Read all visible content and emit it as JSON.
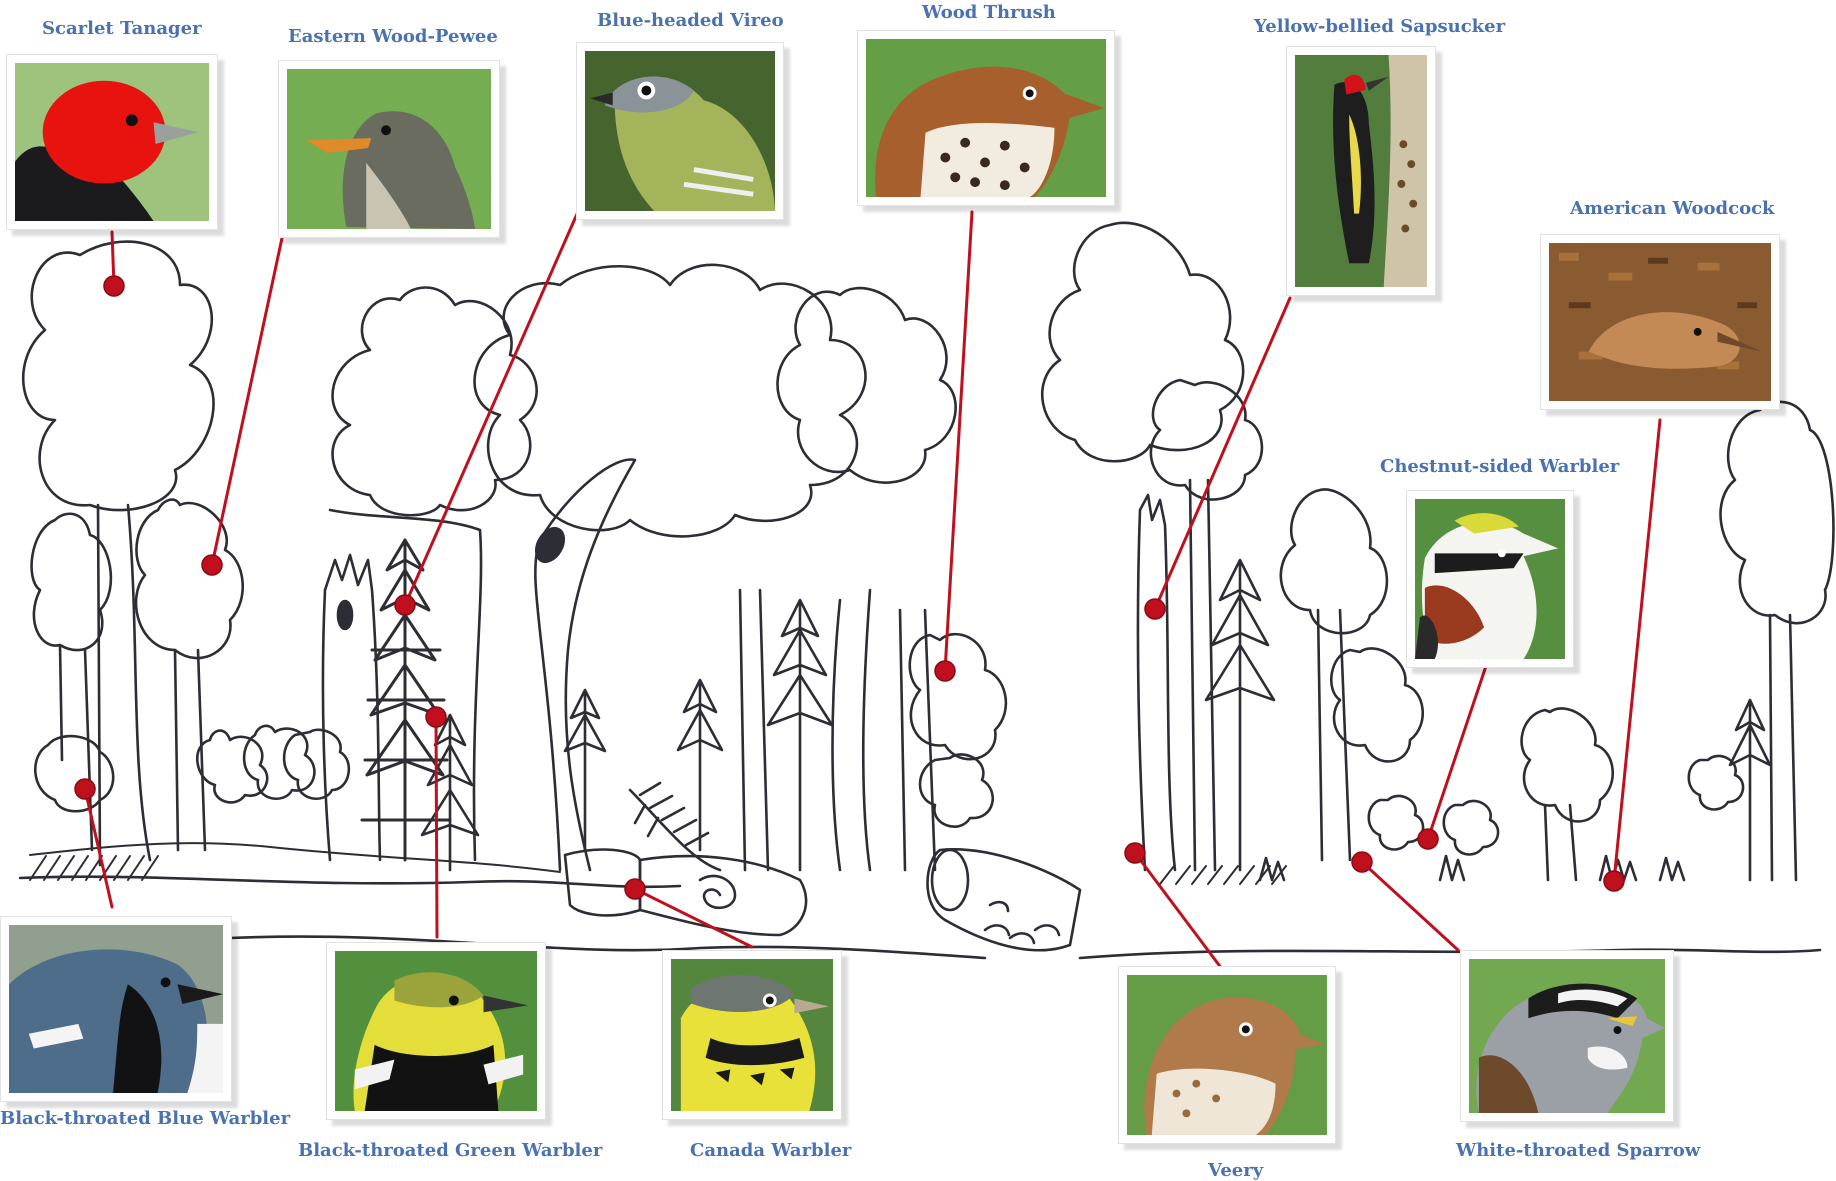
{
  "diagram": {
    "birds": [
      {
        "id": "scarlet-tanager",
        "name": "Scarlet Tanager"
      },
      {
        "id": "eastern-wood-pewee",
        "name": "Eastern Wood-Pewee"
      },
      {
        "id": "blue-headed-vireo",
        "name": "Blue-headed Vireo"
      },
      {
        "id": "wood-thrush",
        "name": "Wood Thrush"
      },
      {
        "id": "yellow-bellied-sapsucker",
        "name": "Yellow-bellied Sapsucker"
      },
      {
        "id": "american-woodcock",
        "name": "American Woodcock"
      },
      {
        "id": "chestnut-sided-warbler",
        "name": "Chestnut-sided Warbler"
      },
      {
        "id": "black-throated-blue-warbler",
        "name": "Black-throated Blue Warbler"
      },
      {
        "id": "black-throated-green-warbler",
        "name": "Black-throated Green Warbler"
      },
      {
        "id": "canada-warbler",
        "name": "Canada Warbler"
      },
      {
        "id": "veery",
        "name": "Veery"
      },
      {
        "id": "white-throated-sparrow",
        "name": "White-throated Sparrow"
      }
    ],
    "colors": {
      "label": "#4a72b0",
      "connector": "#c0101e",
      "marker": "#c0101e",
      "sketch": "#2d2d35"
    }
  }
}
